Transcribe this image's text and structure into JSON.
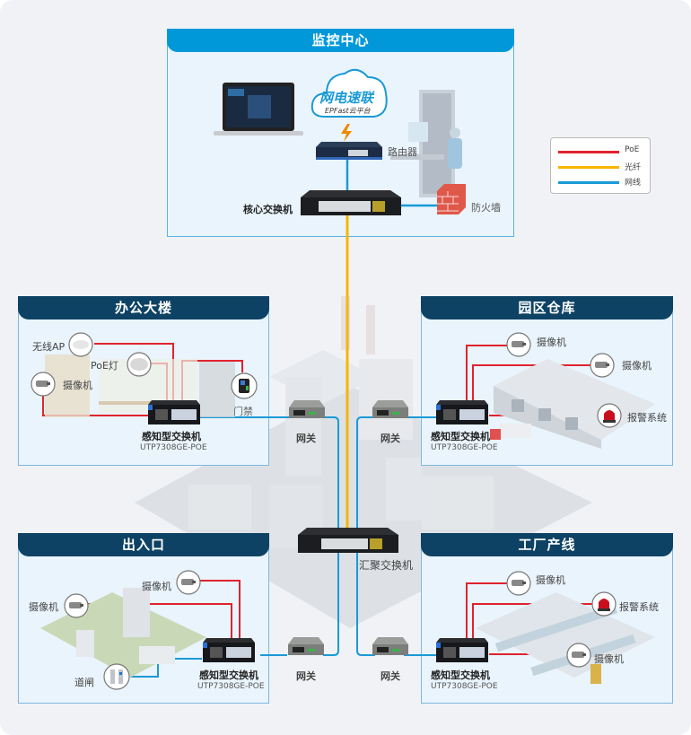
{
  "legend": {
    "items": [
      {
        "label": "PoE",
        "color": "#e0232e"
      },
      {
        "label": "光纤",
        "color": "#f7b500"
      },
      {
        "label": "网线",
        "color": "#1a9ad6"
      }
    ]
  },
  "monitor_center": {
    "title": "监控中心",
    "cloud_brand": "网电速联",
    "cloud_platform": "EPFast云平台",
    "router_label": "路由器",
    "core_switch_label": "核心交换机",
    "firewall_label": "防火墙"
  },
  "office": {
    "title": "办公大楼",
    "devices": [
      "无线AP",
      "PoE灯",
      "摄像机",
      "门禁"
    ],
    "switch_name": "感知型交换机",
    "switch_model": "UTP7308GE-POE"
  },
  "warehouse": {
    "title": "园区仓库",
    "devices": [
      "摄像机",
      "摄像机",
      "报警系统"
    ],
    "switch_name": "感知型交换机",
    "switch_model": "UTP7308GE-POE"
  },
  "entrance": {
    "title": "出入口",
    "devices": [
      "摄像机",
      "摄像机",
      "道闸"
    ],
    "switch_name": "感知型交换机",
    "switch_model": "UTP7308GE-POE"
  },
  "factory": {
    "title": "工厂产线",
    "devices": [
      "摄像机",
      "报警系统",
      "摄像机"
    ],
    "switch_name": "感知型交换机",
    "switch_model": "UTP7308GE-POE"
  },
  "center": {
    "gateways": [
      "网关",
      "网关",
      "网关",
      "网关"
    ],
    "aggregation_switch_label": "汇聚交换机"
  },
  "colors": {
    "poe": "#e0232e",
    "fiber": "#f7b500",
    "ethernet": "#1a9ad6",
    "header_blue": "#0098d9",
    "header_navy": "#0d4264"
  }
}
